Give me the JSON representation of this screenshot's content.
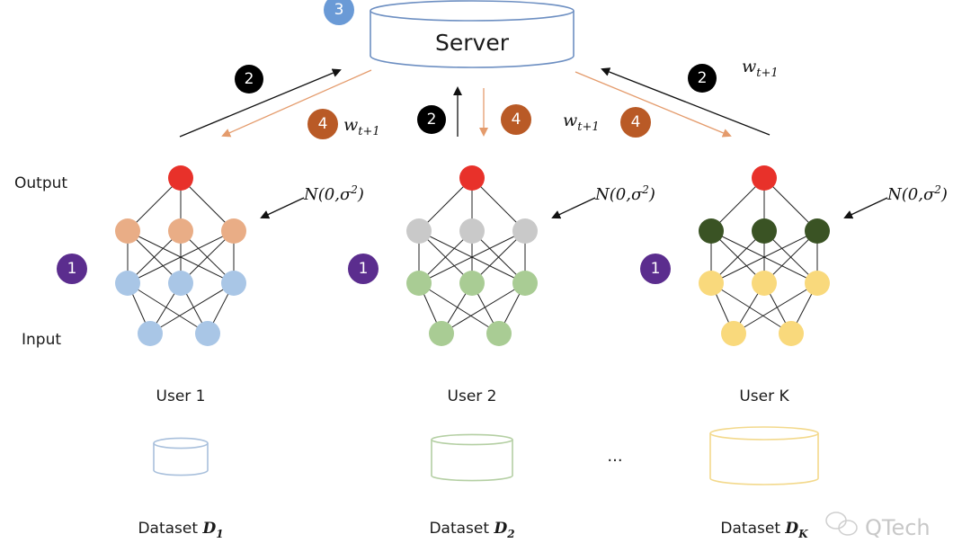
{
  "server": {
    "label": "Server",
    "step_badge": "3",
    "color": "#5b8fd0"
  },
  "steps": {
    "train": "1",
    "upload": "2",
    "aggregate": "3",
    "broadcast": "4"
  },
  "badge_colors": {
    "train": "#5b2d8e",
    "upload": "#000000",
    "aggregate": "#6a9ad6",
    "broadcast": "#b95a26"
  },
  "weights_label": {
    "base": "w",
    "sub": "t+1"
  },
  "noise_label": {
    "prefix": "N(0,",
    "sigma": "σ",
    "sup": "2",
    "suffix": ")"
  },
  "layer_labels": {
    "output": "Output",
    "input": "Input"
  },
  "users": [
    {
      "name": "User 1",
      "dataset": "Dataset ",
      "dataset_sym": "D",
      "dataset_sub": "1",
      "hidden_color": "#e9ad86",
      "input_color": "#a9c6e6",
      "db_color": "#a9c0dc"
    },
    {
      "name": "User 2",
      "dataset": "Dataset ",
      "dataset_sym": "D",
      "dataset_sub": "2",
      "hidden_color": "#c9c9c9",
      "input_color": "#a9cc94",
      "db_color": "#b4cfa3"
    },
    {
      "name": "User K",
      "dataset": "Dataset ",
      "dataset_sym": "D",
      "dataset_sub": "K",
      "hidden_color": "#3a5324",
      "input_color": "#f9d97c",
      "db_color": "#f3d98c"
    }
  ],
  "output_node_color": "#e8312a",
  "ellipsis": "...",
  "watermark": "QTech"
}
